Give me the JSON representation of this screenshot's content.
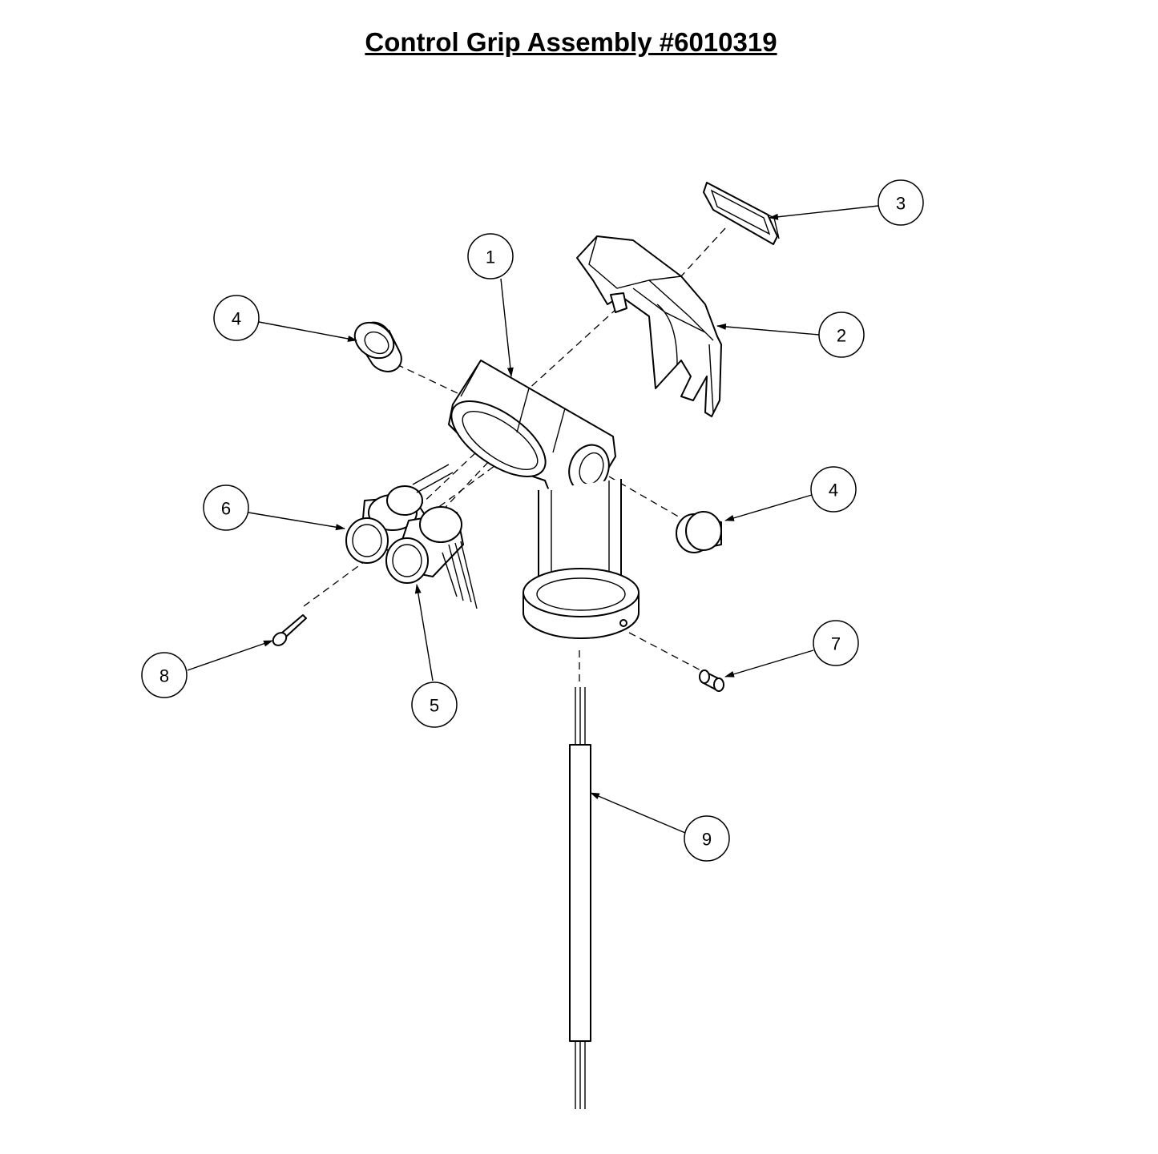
{
  "title": "Control Grip Assembly #6010319",
  "callouts": [
    {
      "id": "callout-1",
      "label": "1"
    },
    {
      "id": "callout-2",
      "label": "2"
    },
    {
      "id": "callout-3",
      "label": "3"
    },
    {
      "id": "callout-4a",
      "label": "4"
    },
    {
      "id": "callout-4b",
      "label": "4"
    },
    {
      "id": "callout-5",
      "label": "5"
    },
    {
      "id": "callout-6",
      "label": "6"
    },
    {
      "id": "callout-7",
      "label": "7"
    },
    {
      "id": "callout-8",
      "label": "8"
    },
    {
      "id": "callout-9",
      "label": "9"
    }
  ]
}
